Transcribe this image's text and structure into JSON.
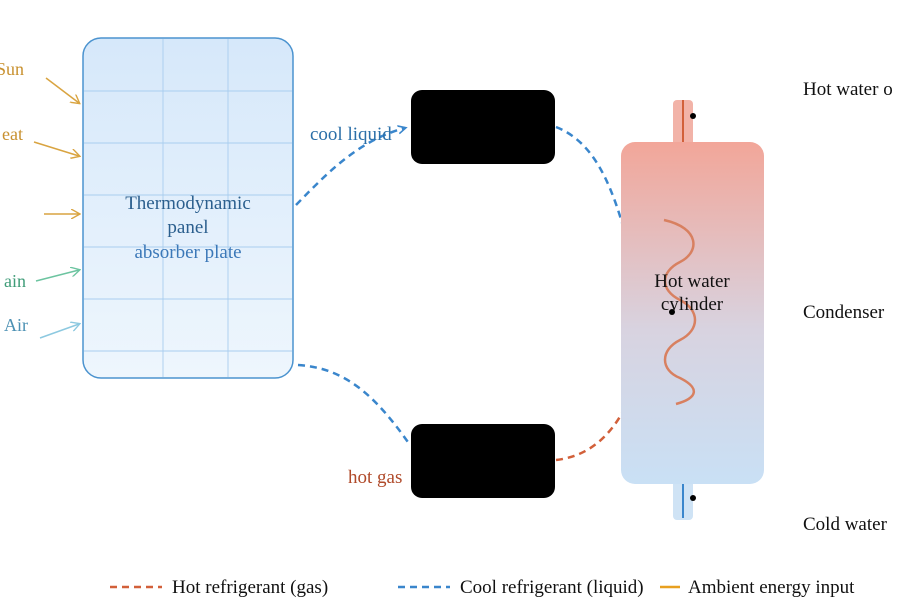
{
  "colors": {
    "sun": "#d9a441",
    "rain": "#6cc4a0",
    "air": "#8dc9e0",
    "cool": "#3a86cc",
    "hot": "#d2603a",
    "panel_text": "#2b5f8e",
    "panel_fill_top": "#d6e8fa",
    "panel_fill_bottom": "#eef6fd",
    "panel_stroke": "#4b93cf",
    "cyl_top": "#f2a699",
    "cyl_bottom": "#c9e0f5",
    "component_fill": "#000000",
    "hot_water_pipe": "#f2b3a8",
    "cold_water_pipe": "#cfe3f5",
    "ambient_legend": "#e8a020"
  },
  "inputs": {
    "sun": "Sun",
    "heat": "eat",
    "rain": "ain",
    "air": "Air"
  },
  "panel": {
    "line1": "Thermodynamic",
    "line2": "panel",
    "line3": "absorber plate"
  },
  "loop": {
    "cool_label": "cool liquid",
    "hot_label": "hot gas"
  },
  "cylinder": {
    "line1": "Hot water",
    "line2": "cylinder"
  },
  "callouts": {
    "hot_water": "Hot water o",
    "condenser": "Condenser",
    "cold_water": "Cold water"
  },
  "legend": {
    "hot": "Hot refrigerant (gas)",
    "cool": "Cool refrigerant (liquid)",
    "ambient": "Ambient energy input"
  }
}
